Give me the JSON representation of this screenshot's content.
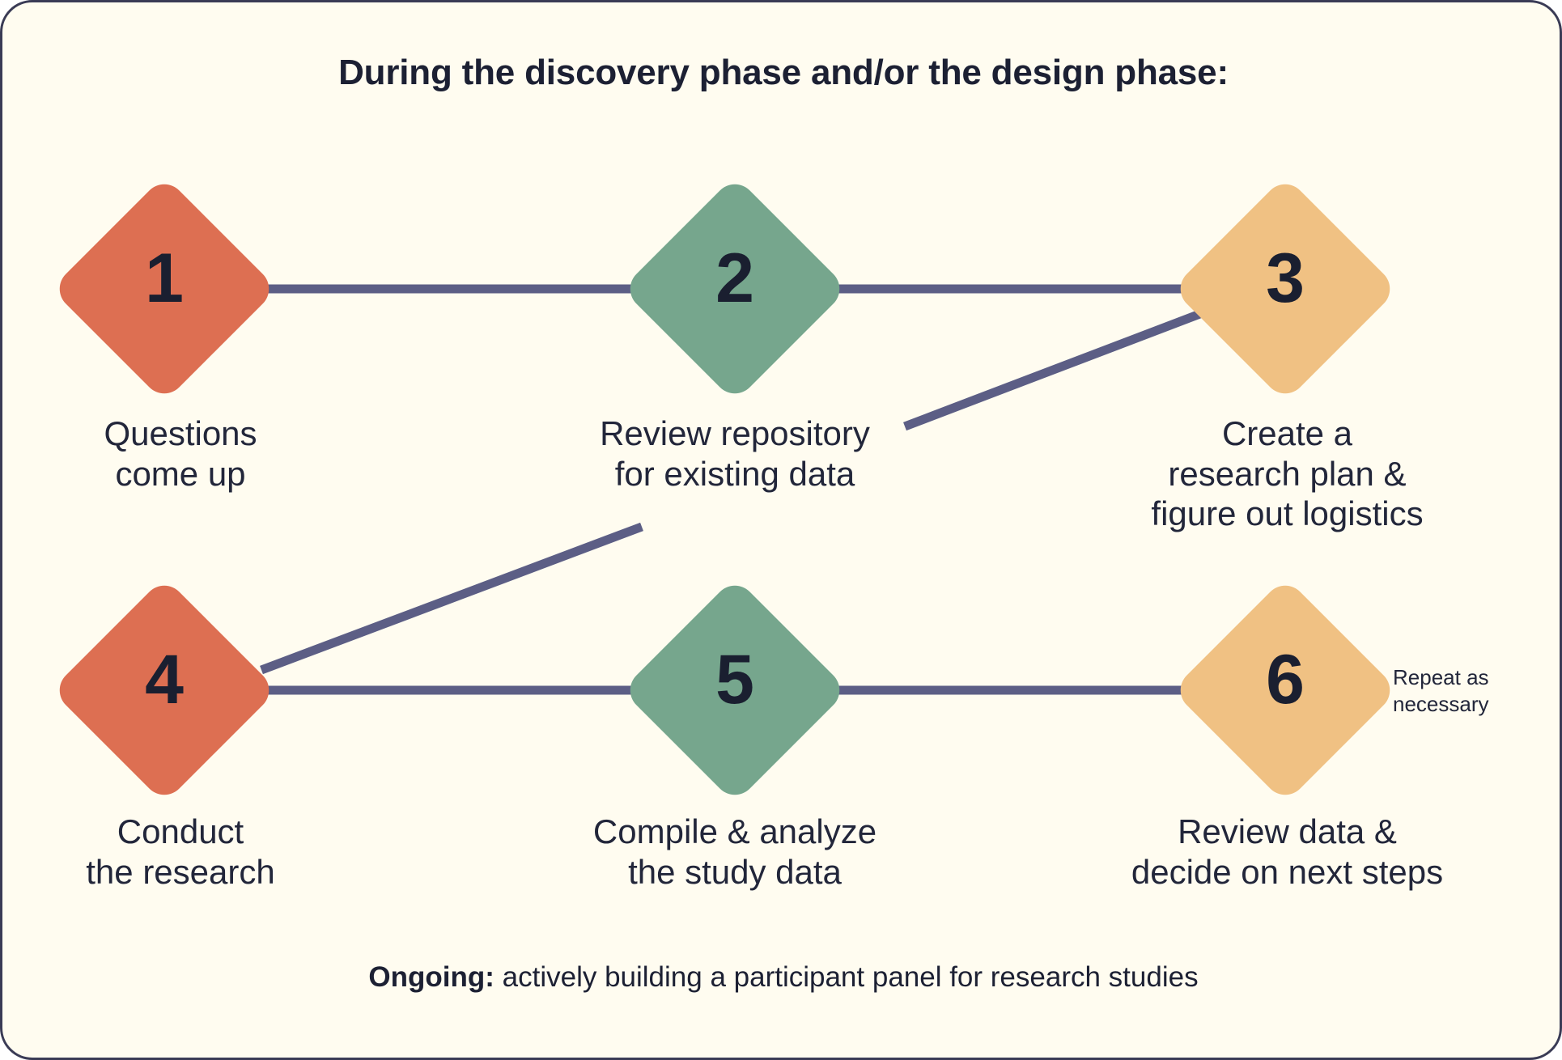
{
  "title": "During the discovery phase and/or the design phase:",
  "footer": {
    "bold": "Ongoing:",
    "rest": " actively building a participant panel for research studies"
  },
  "annotation": {
    "repeat": "Repeat as\nnecessary"
  },
  "colors": {
    "background": "#FFFCF0",
    "border": "#3A3B55",
    "connector": "#5C5E85",
    "text": "#22263A",
    "salmon": "#DD6F52",
    "green": "#76A68D",
    "tan": "#F0C183"
  },
  "chart_data": {
    "type": "diagram",
    "title": "During the discovery phase and/or the design phase:",
    "layout": "two-row zig-zag flow of six rounded diamonds",
    "nodes": [
      {
        "number": "1",
        "label": "Questions\ncome up",
        "color": "#DD6F52",
        "row": 1,
        "col": 1
      },
      {
        "number": "2",
        "label": "Review repository\nfor existing data",
        "color": "#76A68D",
        "row": 1,
        "col": 2
      },
      {
        "number": "3",
        "label": "Create a\nresearch plan &\nfigure out logistics",
        "color": "#F0C183",
        "row": 1,
        "col": 3
      },
      {
        "number": "4",
        "label": "Conduct\nthe research",
        "color": "#DD6F52",
        "row": 2,
        "col": 1
      },
      {
        "number": "5",
        "label": "Compile & analyze\nthe study data",
        "color": "#76A68D",
        "row": 2,
        "col": 2
      },
      {
        "number": "6",
        "label": "Review data &\ndecide on next steps",
        "color": "#F0C183",
        "row": 2,
        "col": 3
      }
    ],
    "edges": [
      {
        "from": "1",
        "to": "2",
        "style": "horizontal"
      },
      {
        "from": "2",
        "to": "3",
        "style": "horizontal"
      },
      {
        "from": "2",
        "to": "3",
        "style": "diagonal-up-right"
      },
      {
        "from": "4",
        "to": "2",
        "style": "diagonal-up-right"
      },
      {
        "from": "4",
        "to": "5",
        "style": "horizontal"
      },
      {
        "from": "5",
        "to": "6",
        "style": "horizontal"
      }
    ],
    "annotations": [
      "Repeat as necessary"
    ],
    "footer_note": "Ongoing: actively building a participant panel for research studies"
  }
}
